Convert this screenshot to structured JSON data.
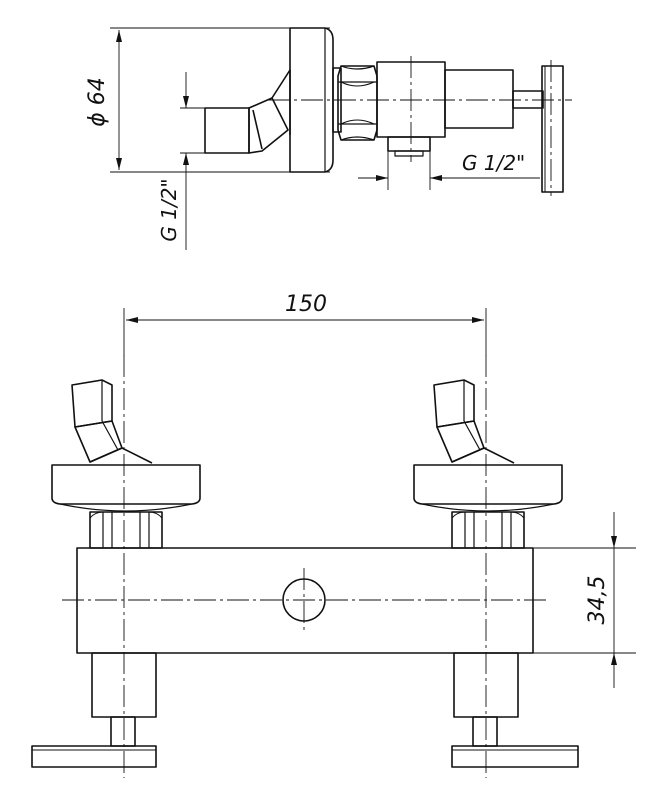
{
  "dimensions": {
    "diameter": "ϕ 64",
    "thread_left": "G 1/2\"",
    "thread_right": "G 1/2\"",
    "spacing": "150",
    "height": "34,5"
  },
  "colors": {
    "line": "#111111",
    "background": "#ffffff"
  }
}
